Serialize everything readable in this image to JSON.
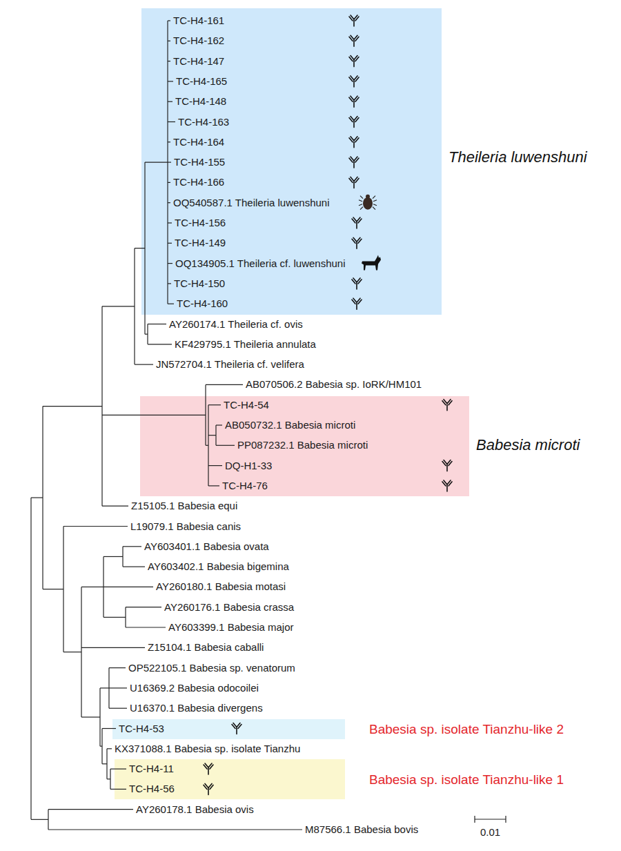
{
  "diagram": {
    "nodes": [
      {
        "text": [
          "Theileria luwenshuni"
        ]
      },
      {
        "text": [
          "Babesia microti"
        ]
      },
      {
        "text": [
          "Babesia sp. isolate Tianzhu-like 2"
        ]
      },
      {
        "text": [
          "Babesia sp. isolate Tianzhu-like 1"
        ]
      }
    ],
    "labels": [
      "TC-H4-161",
      "TC-H4-162",
      "TC-H4-147",
      "TC-H4-165",
      "TC-H4-148",
      "TC-H4-163",
      "TC-H4-164",
      "TC-H4-155",
      "TC-H4-166",
      "OQ540587.1 Theileria luwenshuni",
      "TC-H4-156",
      "TC-H4-149",
      "OQ134905.1 Theileria cf. luwenshuni",
      "TC-H4-150",
      "TC-H4-160",
      "AY260174.1 Theileria cf. ovis",
      "KF429795.1 Theileria annulata",
      "JN572704.1 Theileria cf. velifera",
      "AB070506.2 Babesia sp. IoRK/HM101",
      "TC-H4-54",
      "AB050732.1 Babesia microti",
      "PP087232.1 Babesia microti",
      "DQ-H1-33",
      "TC-H4-76",
      "Z15105.1 Babesia equi",
      "L19079.1 Babesia canis",
      "AY603401.1 Babesia ovata",
      "AY603402.1 Babesia bigemina",
      "AY260180.1 Babesia motasi",
      "AY260176.1 Babesia crassa",
      "AY603399.1 Babesia major",
      "Z15104.1 Babesia caballi",
      "OP522105.1 Babesia sp. venatorum",
      "U16369.2 Babesia odocoilei",
      "U16370.1 Babesia divergens",
      "TC-H4-53",
      "KX371088.1 Babesia sp. isolate Tianzhu",
      "TC-H4-11",
      "TC-H4-56",
      "AY260178.1 Babesia ovis",
      "M87566.1 Babesia bovis",
      "0.01"
    ]
  }
}
